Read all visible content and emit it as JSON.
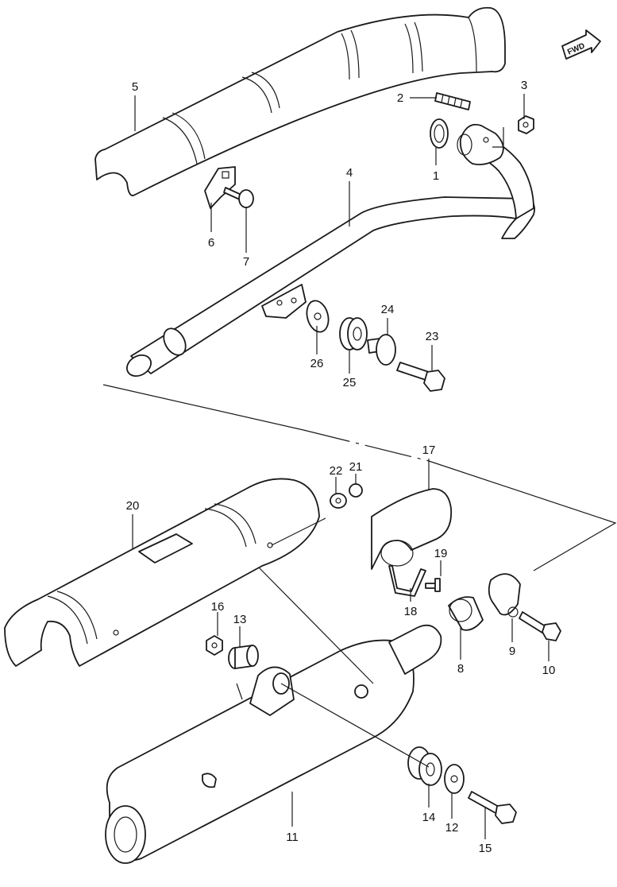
{
  "fwd_label": "FWD",
  "parts": {
    "p1": "1",
    "p2": "2",
    "p3": "3",
    "p4": "4",
    "p5": "5",
    "p6": "6",
    "p7": "7",
    "p8": "8",
    "p9": "9",
    "p10": "10",
    "p11": "11",
    "p12": "12",
    "p13": "13",
    "p14": "14",
    "p15": "15",
    "p16": "16",
    "p17": "17",
    "p18": "18",
    "p19": "19",
    "p20": "20",
    "p21": "21",
    "p22": "22",
    "p23": "23",
    "p24": "24",
    "p25": "25",
    "p26": "26"
  },
  "colors": {
    "line": "#1a1a1a",
    "background": "#ffffff"
  }
}
